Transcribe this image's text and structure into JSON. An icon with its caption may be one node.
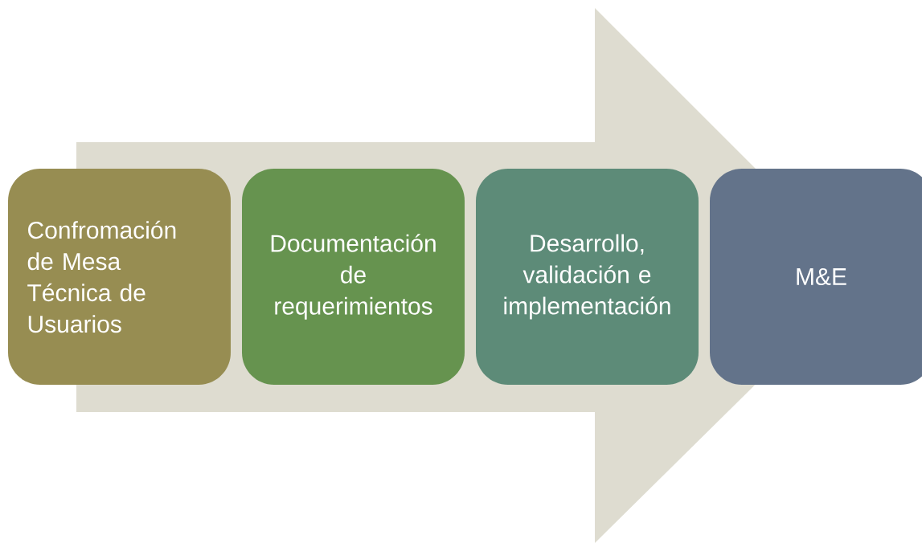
{
  "diagram": {
    "nodes": [
      {
        "text": [
          "Confromación de Mesa Técnica de Usuarios"
        ]
      },
      {
        "text": [
          "Documentación de requerimientos"
        ]
      },
      {
        "text": [
          "Desarrollo, validación e implementación"
        ]
      },
      {
        "text": [
          "M&E"
        ]
      }
    ],
    "edges": [
      {
        "from": 0,
        "to": 3,
        "arrow": "to"
      }
    ]
  }
}
